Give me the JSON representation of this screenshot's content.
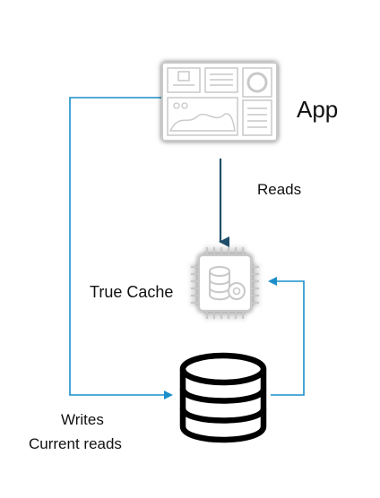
{
  "diagram": {
    "app_label": "App",
    "reads_label": "Reads",
    "true_cache_label": "True Cache",
    "writes_label": "Writes",
    "current_reads_label": "Current reads",
    "colors": {
      "flow_line": "#1a8fca",
      "reads_arrow": "#1f4f6b",
      "icon_stroke": "#c8c8c8",
      "database": "#000000",
      "text": "#111111"
    },
    "icons": [
      "dashboard-icon",
      "server-chip-icon",
      "database-icon"
    ]
  }
}
